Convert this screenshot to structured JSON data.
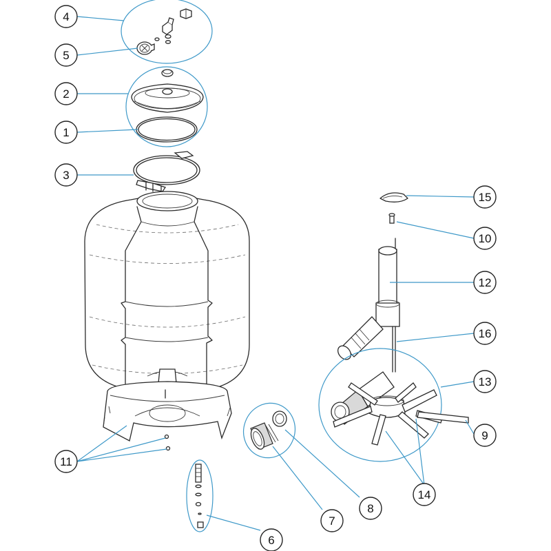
{
  "diagram": {
    "callouts": [
      {
        "id": "c4",
        "number": "4"
      },
      {
        "id": "c5",
        "number": "5"
      },
      {
        "id": "c2",
        "number": "2"
      },
      {
        "id": "c1",
        "number": "1"
      },
      {
        "id": "c3",
        "number": "3"
      },
      {
        "id": "c15",
        "number": "15"
      },
      {
        "id": "c10",
        "number": "10"
      },
      {
        "id": "c12",
        "number": "12"
      },
      {
        "id": "c16",
        "number": "16"
      },
      {
        "id": "c13",
        "number": "13"
      },
      {
        "id": "c9",
        "number": "9"
      },
      {
        "id": "c14",
        "number": "14"
      },
      {
        "id": "c11",
        "number": "11"
      },
      {
        "id": "c8",
        "number": "8"
      },
      {
        "id": "c7",
        "number": "7"
      },
      {
        "id": "c6",
        "number": "6"
      }
    ],
    "colors": {
      "leader_line": "#3d98c8",
      "part_stroke": "#2a2a2a",
      "callout_stroke": "#222222"
    }
  }
}
